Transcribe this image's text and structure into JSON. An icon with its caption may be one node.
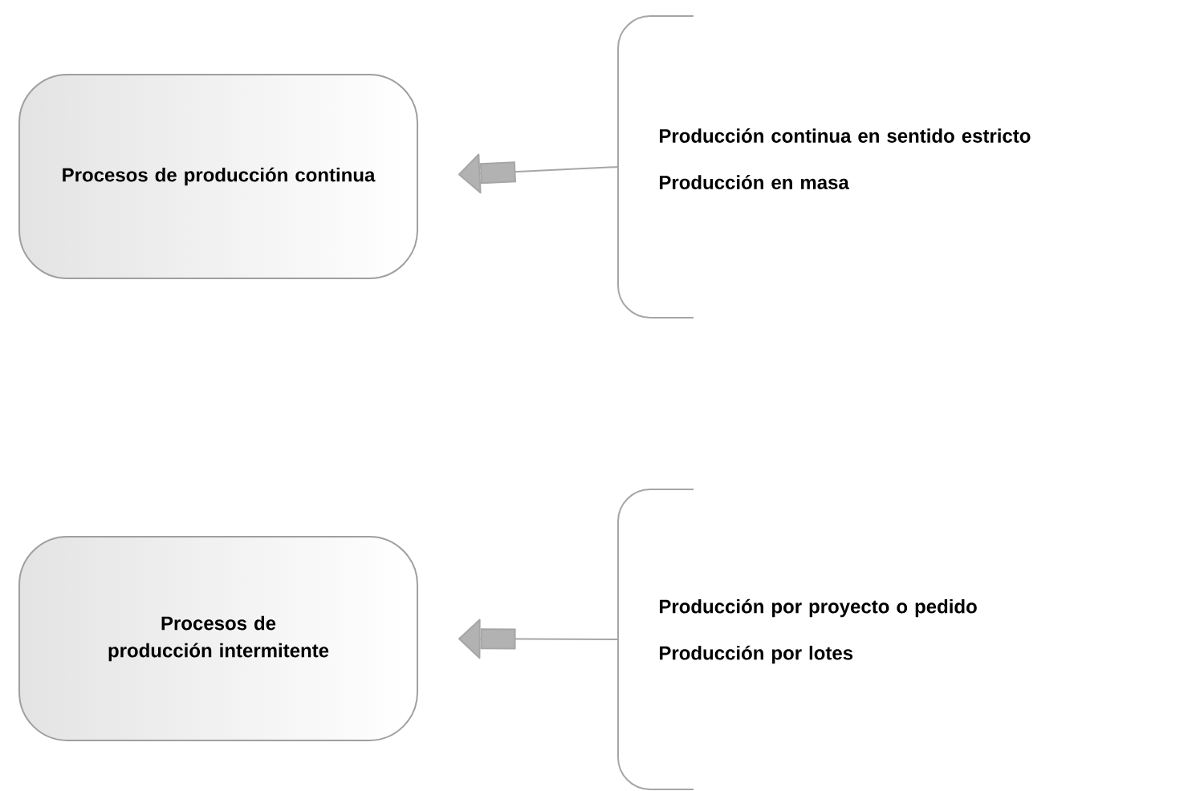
{
  "diagram": {
    "nodes": [
      {
        "text": [
          "Procesos de producción continua"
        ]
      },
      {
        "text": [
          "Producción continua en sentido estricto",
          "Producción en masa"
        ]
      },
      {
        "text": [
          "Procesos de producción intermitente"
        ]
      },
      {
        "text": [
          "Producción por proyecto o pedido",
          "Producción por lotes"
        ]
      }
    ],
    "edges": [
      {
        "from": 1,
        "to": 0,
        "arrow": "to"
      },
      {
        "from": 3,
        "to": 2,
        "arrow": "to"
      }
    ]
  }
}
